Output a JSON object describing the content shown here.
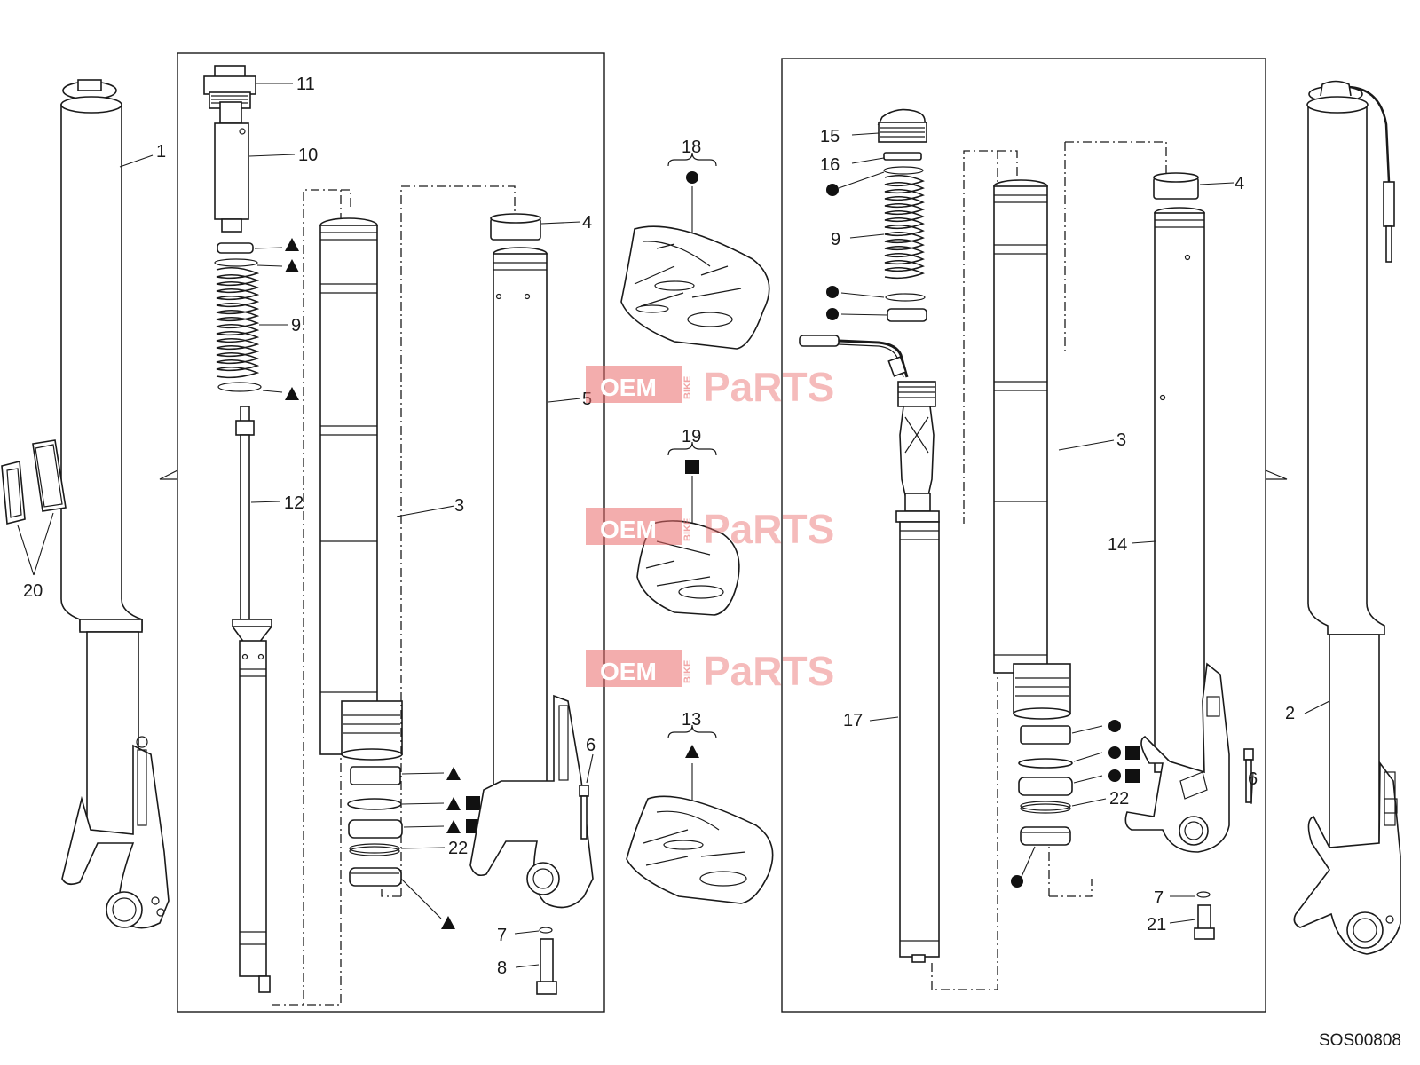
{
  "diagram_code": "SOS00808",
  "watermark": {
    "oem": "OEM",
    "bike": "BIKE",
    "parts": "PaRTS"
  },
  "callouts": {
    "c1": "1",
    "c2": "2",
    "c3a": "3",
    "c3b": "3",
    "c4a": "4",
    "c4b": "4",
    "c5": "5",
    "c6a": "6",
    "c6b": "6",
    "c7a": "7",
    "c7b": "7",
    "c8": "8",
    "c9a": "9",
    "c9b": "9",
    "c10": "10",
    "c11": "11",
    "c12": "12",
    "c13": "13",
    "c14": "14",
    "c15": "15",
    "c16": "16",
    "c17": "17",
    "c18": "18",
    "c19": "19",
    "c20": "20",
    "c21": "21",
    "c22a": "22",
    "c22b": "22"
  },
  "kit_symbols": {
    "kit_18": "circle",
    "kit_19": "square",
    "kit_13": "triangle"
  },
  "colors": {
    "line": "#1a1a1a",
    "watermark": "#e96a6a"
  }
}
